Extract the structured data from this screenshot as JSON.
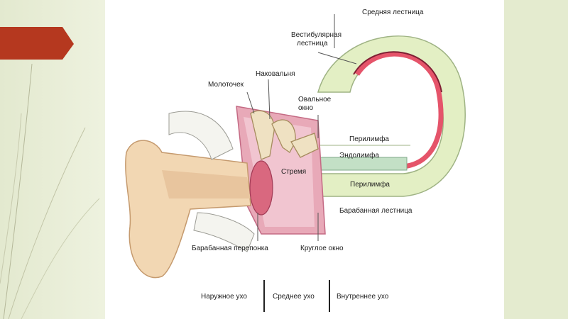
{
  "labels": {
    "middle_scala": "Средняя лестница",
    "vestibular_scala_1": "Вестибулярная",
    "vestibular_scala_2": "лестница",
    "anvil": "Наковальня",
    "hammer": "Молоточек",
    "oval_window_1": "Овальное",
    "oval_window_2": "окно",
    "perilymph_top": "Перилимфа",
    "endolymph": "Эндолимфа",
    "stirrup": "Стремя",
    "perilymph_bottom": "Перилимфа",
    "tympanic_scala": "Барабанная лестница",
    "eardrum": "Барабанная перепонка",
    "round_window": "Круглое окно"
  },
  "sections": {
    "outer": "Наружное ухо",
    "middle": "Среднее ухо",
    "inner": "Внутреннее ухо"
  },
  "colors": {
    "accent_arrow": "#b5381f",
    "outer_ear": "#f2d7b3",
    "cochlea": "#e3efc4",
    "endolymph": "#e5546a"
  }
}
